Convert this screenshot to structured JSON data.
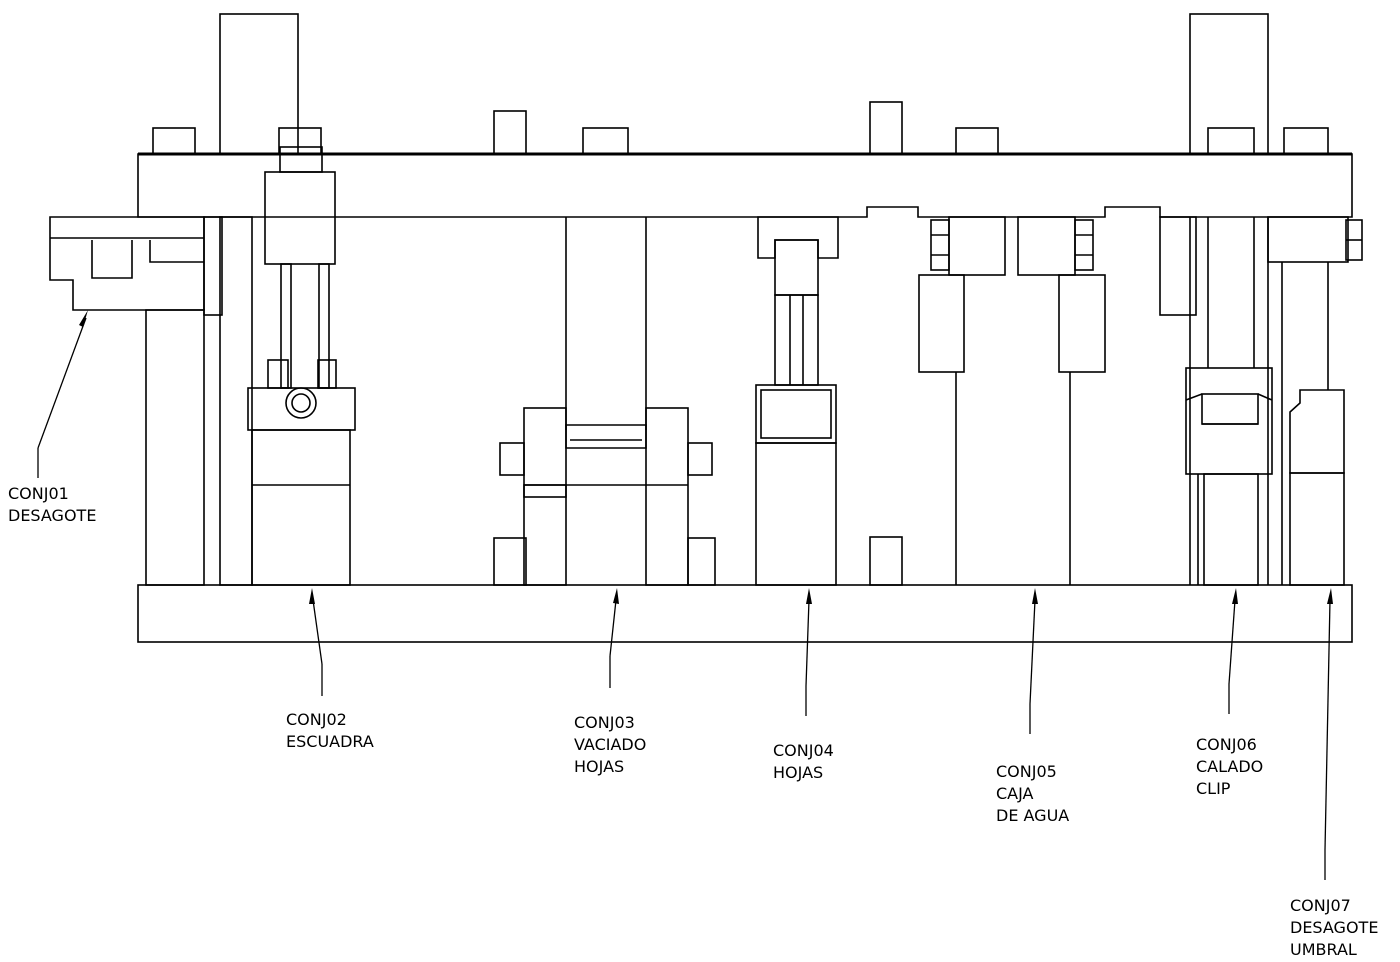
{
  "callouts": [
    {
      "id": "conj01",
      "lines": [
        "CONJ01",
        "DESAGOTE"
      ]
    },
    {
      "id": "conj02",
      "lines": [
        "CONJ02",
        "ESCUADRA"
      ]
    },
    {
      "id": "conj03",
      "lines": [
        "CONJ03",
        "VACIADO",
        "HOJAS"
      ]
    },
    {
      "id": "conj04",
      "lines": [
        "CONJ04",
        "HOJAS"
      ]
    },
    {
      "id": "conj05",
      "lines": [
        "CONJ05",
        "CAJA",
        "DE AGUA"
      ]
    },
    {
      "id": "conj06",
      "lines": [
        "CONJ06",
        "CALADO",
        "CLIP"
      ]
    },
    {
      "id": "conj07",
      "lines": [
        "CONJ07",
        "DESAGOTE",
        "UMBRAL"
      ]
    }
  ]
}
